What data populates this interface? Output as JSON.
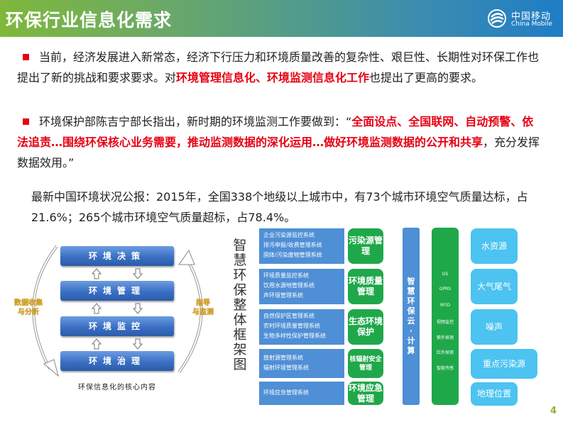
{
  "header": {
    "title": "环保行业信息化需求",
    "logo_cn": "中国移动",
    "logo_en": "China Mobile",
    "gradient_colors": [
      "#7fb83a",
      "#4f9a8e",
      "#1f7dc6"
    ]
  },
  "bullets": [
    {
      "segments": [
        {
          "text": "当前，经济发展进入新常态，经济下行压力和环境质量改善的复杂性、艰巨性、长期性对环保工作也提出了新的挑战和要求要求。对",
          "emphasis": false
        },
        {
          "text": "环境管理信息化、环境监测信息化工作",
          "emphasis": true
        },
        {
          "text": "也提出了更高的要求。",
          "emphasis": false
        }
      ]
    },
    {
      "segments": [
        {
          "text": "环境保护部陈吉宁部长指出，新时期的环境监测工作要做到：“",
          "emphasis": false
        },
        {
          "text": "全面设点、全国联网、自动预警、依法追责…围绕环保核心业务需要，推动监测数据的深化运用…做好环境监测数据的公开和共享",
          "emphasis": true
        },
        {
          "text": "，充分发挥数据效用。”",
          "emphasis": false
        }
      ]
    }
  ],
  "bullet_color": "#e60012",
  "emphasis_color": "#e60012",
  "stat_text": "最新中国环境状况公报：2015年，全国338个地级以上城市中，有73个城市环境空气质量达标，占21.6%；265个城市环境空气质量超标，占78.4%。",
  "core_diagram": {
    "stages": [
      "环境决策",
      "环境管理",
      "环境监控",
      "环境治理"
    ],
    "left_label": [
      "数据收集",
      "与分析"
    ],
    "right_label": [
      "指导",
      "与监测"
    ],
    "caption": "环保信息化的核心内容"
  },
  "framework": {
    "vertical_title": "智慧环保整体框架图",
    "groups": [
      {
        "systems": [
          "企业污染源监控系统",
          "排污申报/收费管理系统",
          "固体/污染废物管理系统"
        ],
        "category": "污染源管理"
      },
      {
        "systems": [
          "环境质量监控系统",
          "饮用水源地管理系统",
          "声环境管理系统"
        ],
        "category": "环境质量管理"
      },
      {
        "systems": [
          "自然保护区管理系统",
          "农村环境质量管理系统",
          "生物多样性保护管理系统"
        ],
        "category": "生态环境保护"
      },
      {
        "systems": [
          "放射源管理系统",
          "辐射环境管理系统"
        ],
        "category": "核辐射安全管理"
      },
      {
        "systems": [
          "环境应急管理系统"
        ],
        "category": "环境应急管理"
      }
    ],
    "cloud_label": "智慧环保云·计算",
    "tech_items": [
      "GS",
      "GPRS",
      "RFID",
      "视频监控",
      "紫外探测",
      "红外探测",
      "智能传感"
    ],
    "resources": [
      "水资源",
      "大气尾气",
      "噪声",
      "重点污染源",
      "地理位置"
    ]
  },
  "page_number": "4"
}
